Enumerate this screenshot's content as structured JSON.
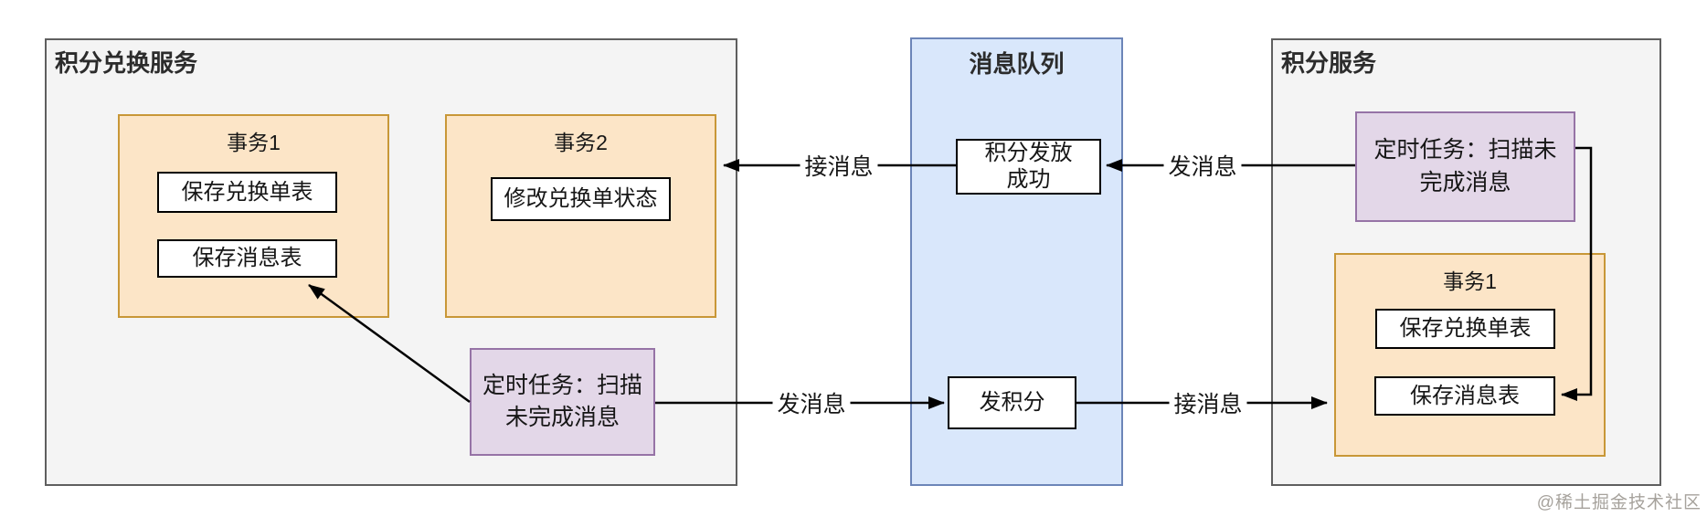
{
  "page": {
    "watermark": "@稀土掘金技术社区"
  },
  "palette": {
    "container_fill": "#f4f4f4",
    "container_border": "#5f5f5f",
    "queue_fill": "#d9e7fb",
    "queue_border": "#6c85b8",
    "transaction_fill": "#fce5c7",
    "transaction_border": "#c89737",
    "task_fill": "#e3d7e8",
    "task_border": "#9673a6",
    "step_fill": "#ffffff",
    "step_border": "#000000",
    "arrow_color": "#000000",
    "text_color": "#161616"
  },
  "diagram": {
    "left_service": {
      "title": "积分兑换服务",
      "transaction1": {
        "title": "事务1",
        "steps": [
          "保存兑换单表",
          "保存消息表"
        ]
      },
      "transaction2": {
        "title": "事务2",
        "steps": [
          "修改兑换单状态"
        ]
      },
      "scheduled_task": "定时任务：扫描未完成消息"
    },
    "message_queue": {
      "title": "消息队列",
      "nodes": [
        "积分发放成功",
        "发积分"
      ]
    },
    "points_service": {
      "title": "积分服务",
      "scheduled_task": "定时任务：扫描未完成消息",
      "transaction1": {
        "title": "事务1",
        "steps": [
          "保存兑换单表",
          "保存消息表"
        ]
      }
    },
    "arrow_labels": {
      "queue_to_exchange": "接消息",
      "points_to_queue": "发消息",
      "exchange_to_queue": "发消息",
      "queue_to_points": "接消息"
    }
  }
}
